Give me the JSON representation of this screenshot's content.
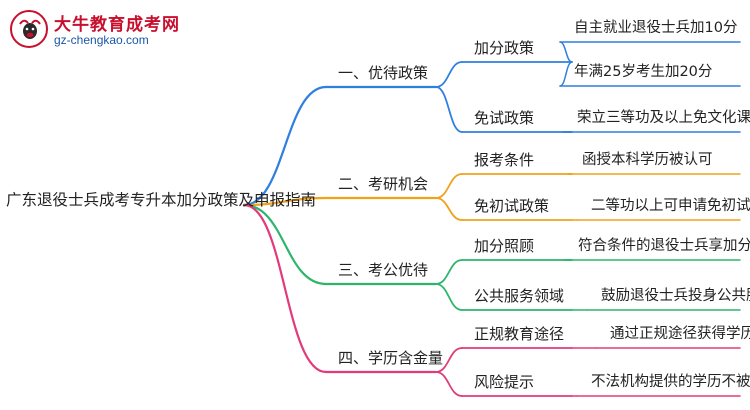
{
  "logo": {
    "icon_name": "bull-mascot-icon",
    "title": "大牛教育成考网",
    "url": "gz-chengkao.com"
  },
  "mindmap": {
    "root": "广东退役士兵成考专升本加分政策及申报指南",
    "branches": [
      {
        "label": "一、优待政策",
        "color": "#2f7fe0",
        "children": [
          {
            "label": "加分政策",
            "leaves": [
              "自主就业退役士兵加10分",
              "年满25岁考生加20分"
            ]
          },
          {
            "label": "免试政策",
            "leaves": [
              "荣立三等功及以上免文化课考试"
            ]
          }
        ]
      },
      {
        "label": "二、考研机会",
        "color": "#f0a21a",
        "children": [
          {
            "label": "报考条件",
            "leaves": [
              "函授本科学历被认可"
            ]
          },
          {
            "label": "免初试政策",
            "leaves": [
              "二等功以上可申请免初试"
            ]
          }
        ]
      },
      {
        "label": "三、考公优待",
        "color": "#2db56b",
        "children": [
          {
            "label": "加分照顾",
            "leaves": [
              "符合条件的退役士兵享加分"
            ]
          },
          {
            "label": "公共服务领域",
            "leaves": [
              "鼓励退役士兵投身公共服务"
            ]
          }
        ]
      },
      {
        "label": "四、学历含金量",
        "color": "#e23b7a",
        "children": [
          {
            "label": "正规教育途径",
            "leaves": [
              "通过正规途径获得学历"
            ]
          },
          {
            "label": "风险提示",
            "leaves": [
              "不法机构提供的学历不被认可"
            ]
          }
        ]
      }
    ]
  }
}
